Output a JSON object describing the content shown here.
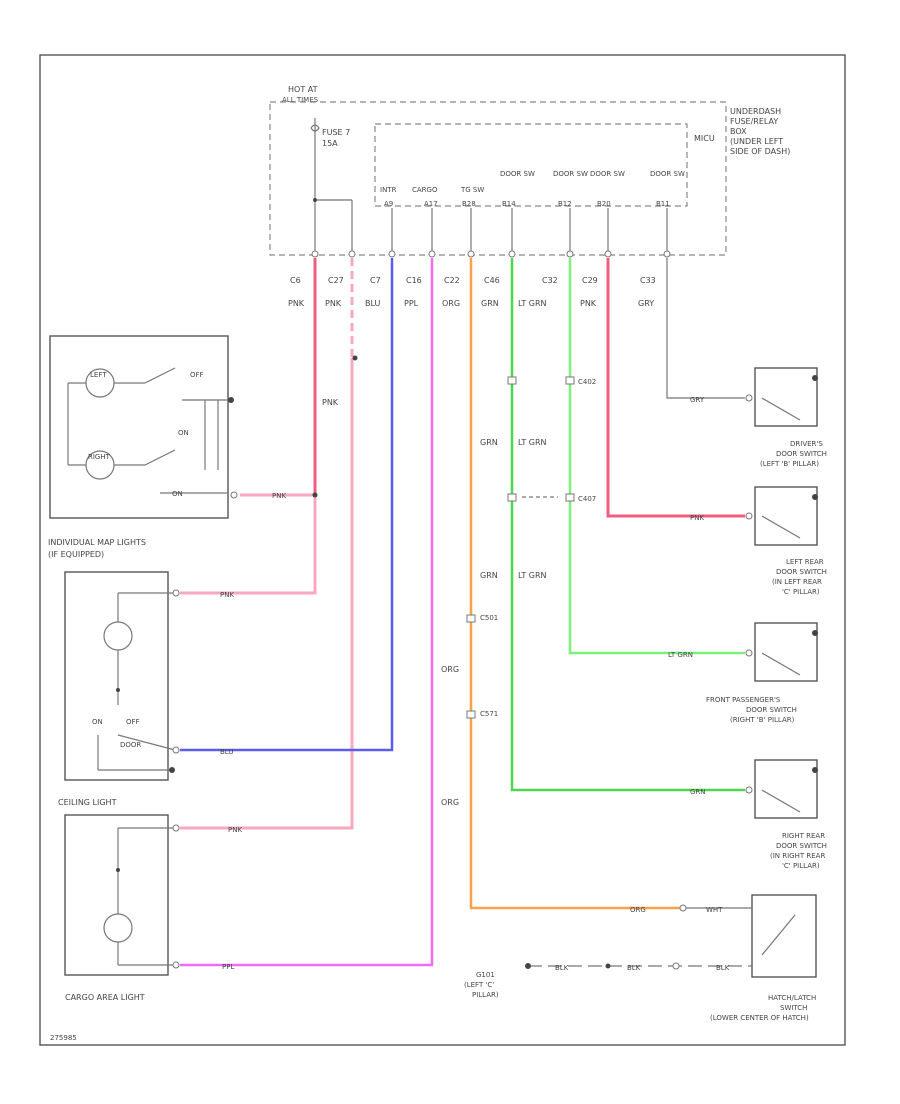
{
  "header": {
    "hot_at": "HOT AT",
    "all_times": "ALL TIMES",
    "fuse": "FUSE 7",
    "fuse_rating": "15A",
    "ufb_lines": [
      "UNDERDASH",
      "FUSE/RELAY",
      "BOX",
      "(UNDER LEFT",
      "SIDE OF DASH)"
    ],
    "micu": "MICU"
  },
  "micu_inputs": [
    {
      "label": "INTR",
      "pin": "A9"
    },
    {
      "label": "CARGO",
      "pin": "A17"
    },
    {
      "label": "TG SW",
      "pin": "B28"
    },
    {
      "label": "DOOR SW",
      "pin": "B14"
    },
    {
      "label": "DOOR SW",
      "pin": "B12"
    },
    {
      "label": "DOOR SW",
      "pin": "B20"
    },
    {
      "label": "DOOR SW",
      "pin": "B11"
    }
  ],
  "connectors": [
    {
      "id": "C6",
      "color": "PNK"
    },
    {
      "id": "C27",
      "color": "PNK"
    },
    {
      "id": "C7",
      "color": "BLU"
    },
    {
      "id": "C16",
      "color": "PPL"
    },
    {
      "id": "C22",
      "color": "ORG"
    },
    {
      "id": "C46",
      "color": "GRN"
    },
    {
      "id": "C32",
      "color": "LT GRN"
    },
    {
      "id": "C29",
      "color": "PNK"
    },
    {
      "id": "C33",
      "color": "GRY"
    }
  ],
  "components": {
    "map_lights": {
      "title_lines": [
        "INDIVIDUAL MAP LIGHTS",
        "(IF EQUIPPED)"
      ],
      "left": "LEFT",
      "right": "RIGHT",
      "off": "OFF",
      "on": "ON",
      "sw_pos": "ON",
      "wire": "PNK"
    },
    "ceiling": {
      "title": "CEILING LIGHT",
      "on": "ON",
      "off": "OFF",
      "door": "DOOR",
      "wire_pnk": "PNK",
      "wire_blu": "BLU"
    },
    "cargo": {
      "title": "CARGO AREA LIGHT",
      "wire_pnk": "PNK",
      "wire_ppl": "PPL"
    },
    "drivers": {
      "title_lines": [
        "DRIVER'S",
        "DOOR SWITCH",
        "(LEFT 'B' PILLAR)"
      ],
      "wire": "GRY"
    },
    "left_rear": {
      "title_lines": [
        "LEFT REAR",
        "DOOR SWITCH",
        "(IN LEFT REAR",
        "'C' PILLAR)"
      ],
      "wire": "PNK"
    },
    "front_pass": {
      "title_lines": [
        "FRONT PASSENGER'S",
        "DOOR SWITCH",
        "(RIGHT 'B' PILLAR)"
      ],
      "wire": "LT GRN"
    },
    "right_rear": {
      "title_lines": [
        "RIGHT REAR",
        "DOOR SWITCH",
        "(IN RIGHT REAR",
        "'C' PILLAR)"
      ],
      "wire": "GRN"
    },
    "hatch": {
      "title_lines": [
        "HATCH/LATCH",
        "SWITCH",
        "(LOWER CENTER OF HATCH)"
      ],
      "wire": "ORG",
      "wht": "WHT",
      "blk": "BLK",
      "g": "G101",
      "g_lines": [
        "(LEFT 'C'",
        "PILLAR)"
      ]
    }
  },
  "wire_labels": {
    "pnk_mid": "PNK",
    "grn_a": "GRN",
    "ltgrn_a": "LT GRN",
    "grn_b": "GRN",
    "ltgrn_b": "LT GRN",
    "org_a": "ORG",
    "org_b": "ORG"
  },
  "splices": {
    "c402": "C402",
    "c407": "C407",
    "c501": "C501",
    "c571": "C571"
  },
  "footer": {
    "code": "275985"
  },
  "colors": {
    "pink": "#f25c7f",
    "pink_light": "#f7a8bd",
    "blue": "#5a5cf0",
    "magenta": "#f26cf2",
    "orange": "#f9a24a",
    "green": "#4fd64f",
    "lt_green": "#7cf07c",
    "gray": "#777777"
  }
}
